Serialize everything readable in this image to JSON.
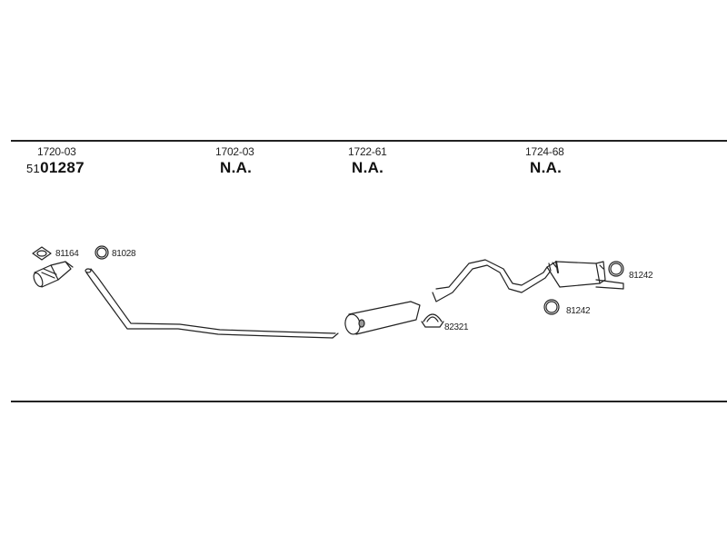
{
  "sections": [
    {
      "code": "1720-03",
      "part_prefix": "51",
      "part_number": "01287"
    },
    {
      "code": "1702-03",
      "part_number": "N.A."
    },
    {
      "code": "1722-61",
      "part_number": "N.A."
    },
    {
      "code": "1724-68",
      "part_number": "N.A."
    }
  ],
  "labels": {
    "gasket": "81164",
    "ring_front": "81028",
    "clamp": "82321",
    "rubber_upper": "81242",
    "rubber_lower": "81242"
  },
  "colors": {
    "line": "#222222",
    "fill": "#ffffff",
    "shade": "#999999"
  }
}
